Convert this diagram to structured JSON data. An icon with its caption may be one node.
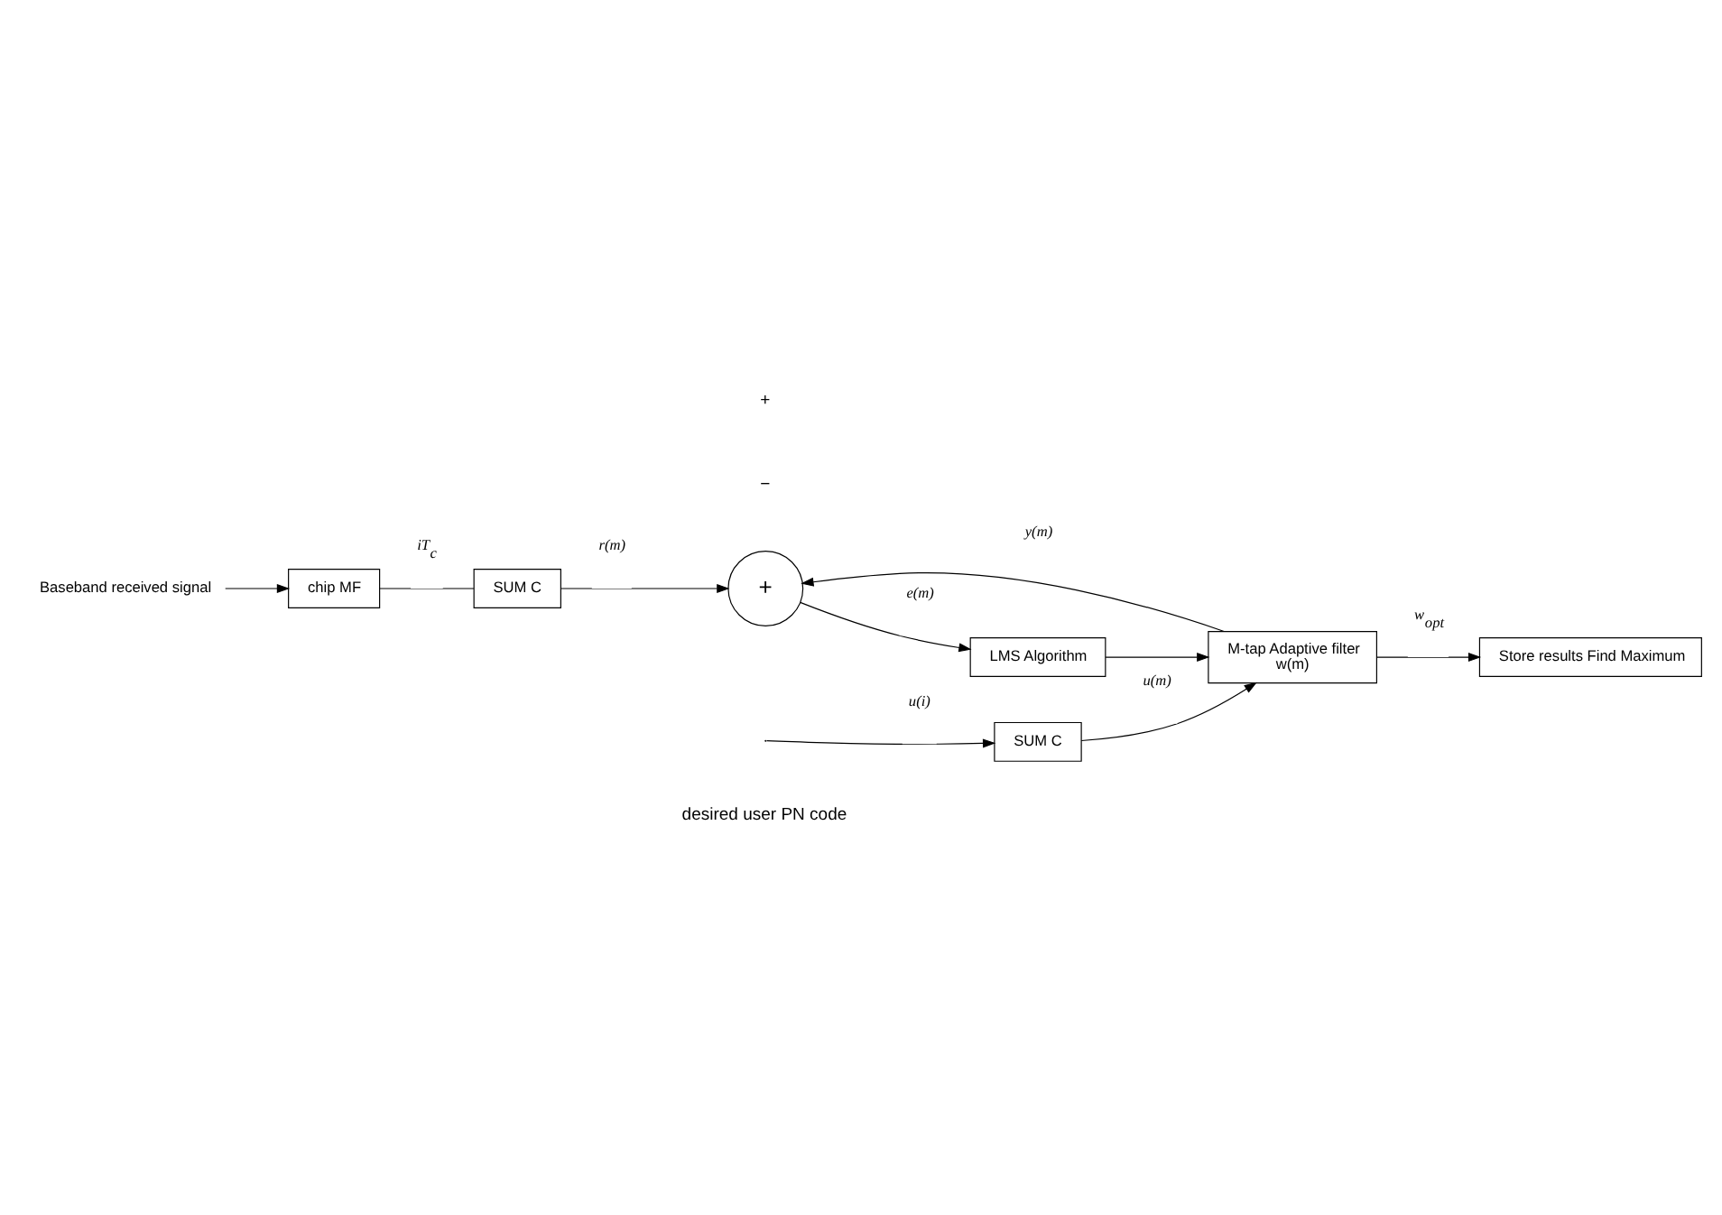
{
  "diagram": {
    "nodes": [
      {
        "text": [
          "Baseband received signal"
        ]
      },
      {
        "text": [
          "chip MF"
        ]
      },
      {
        "text": [
          "SUM C"
        ]
      },
      {
        "text": [
          "LMS Algorithm"
        ]
      },
      {
        "text": [
          "SUM C"
        ]
      },
      {
        "text": [
          "M-tap Adaptive filter",
          "w(m)"
        ]
      },
      {
        "text": [
          "+"
        ]
      },
      {
        "text": [
          "Store results Find Maximum"
        ]
      }
    ],
    "edges": [
      {
        "from": 0,
        "to": 1,
        "arrow": "to"
      },
      {
        "from": 1,
        "to": 2,
        "arrow": "none",
        "label": "iT$_{c}$"
      },
      {
        "from": 2,
        "to": 6,
        "arrow": "to",
        "label": "r(m)"
      },
      {
        "from": 6,
        "to": 3,
        "arrow": "to",
        "label": "e(m)"
      },
      {
        "from": 3,
        "to": 5,
        "arrow": "to"
      },
      {
        "from": null,
        "to": 4,
        "arrow": "to",
        "label": "u(i)"
      },
      {
        "from": 4,
        "to": 5,
        "arrow": "to",
        "label": "u(m)"
      },
      {
        "from": 5,
        "to": 6,
        "arrow": "to",
        "label": "y(m)"
      },
      {
        "from": 5,
        "to": 7,
        "arrow": "to",
        "label": "w$_{opt}$"
      }
    ],
    "labels": [
      "desired user PN code",
      "−",
      "+"
    ]
  }
}
